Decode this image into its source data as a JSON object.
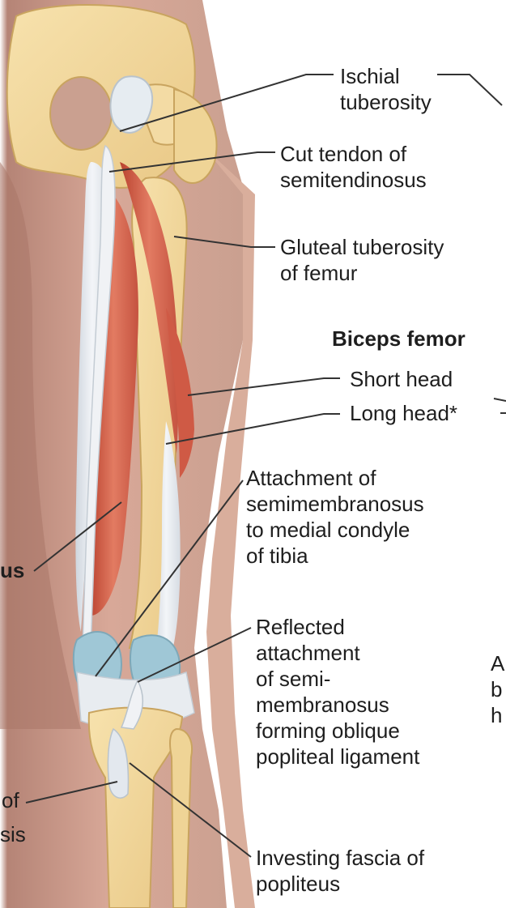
{
  "labels": {
    "ischial": [
      "Ischial",
      "tuberosity"
    ],
    "cut_tendon": [
      "Cut tendon of",
      "semitendinosus"
    ],
    "gluteal": [
      "Gluteal tuberosity",
      "of femur"
    ],
    "biceps_title": "Biceps femor",
    "short_head": "Short head",
    "long_head": "Long head*",
    "semimem_attach": [
      "Attachment of",
      "semimembranosus",
      "to medial condyle",
      "of tibia"
    ],
    "left_us": "us",
    "reflected": [
      "Reflected",
      "attachment",
      "of semi-",
      "membranosus",
      "forming oblique",
      "popliteal ligament"
    ],
    "investing": [
      "Investing fascia of",
      "popliteus"
    ],
    "left_of": "of",
    "left_sis": "sis",
    "right_partial": [
      "A",
      "b",
      "h"
    ]
  },
  "colors": {
    "bone": "#f2d79a",
    "muscle": "#d9654f",
    "tendon": "#e3e8ee",
    "skin": "#c99485",
    "text": "#1e1e1e"
  }
}
